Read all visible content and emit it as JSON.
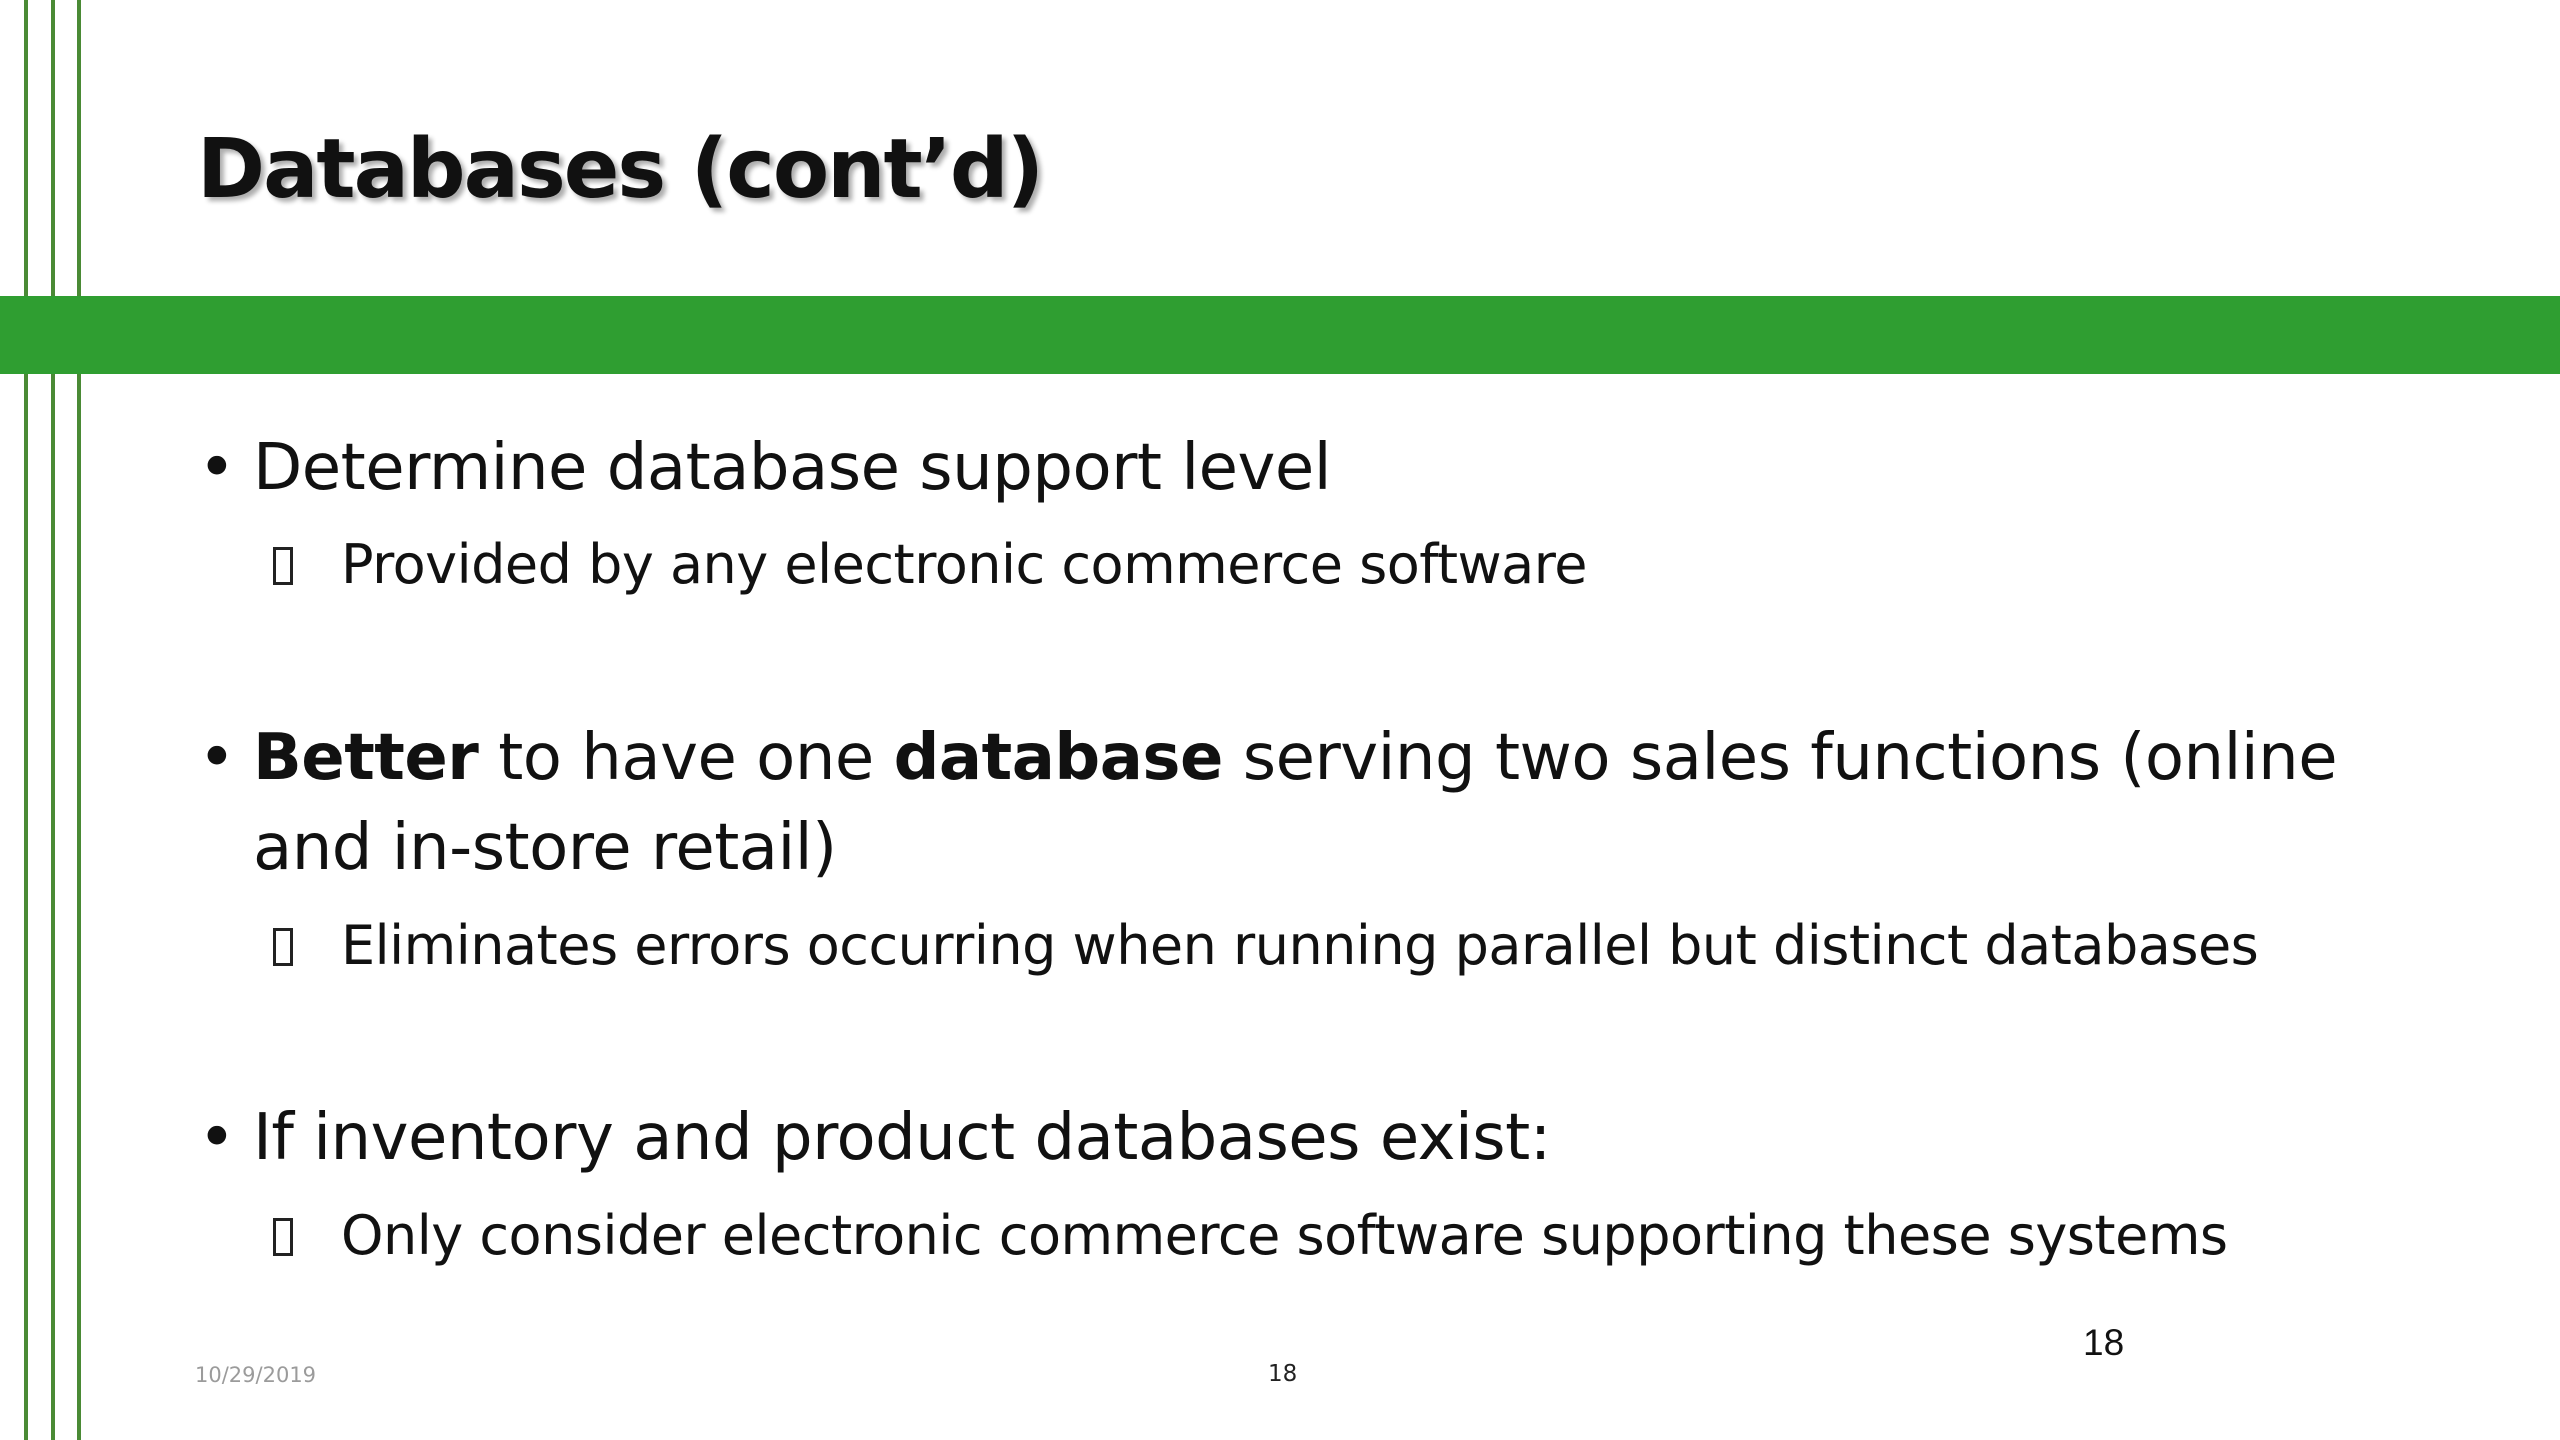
{
  "slide": {
    "title": "Databases (cont’d)",
    "bullets": [
      {
        "text": "Determine database support level",
        "sub": "Provided by any electronic commerce software"
      },
      {
        "parts": [
          {
            "text": "Better",
            "bold": true
          },
          {
            "text": " to have one ",
            "bold": false
          },
          {
            "text": "database",
            "bold": true
          },
          {
            "text": " serving two sales functions (online and in-store retail)",
            "bold": false
          }
        ],
        "sub": "Eliminates errors occurring when running parallel but distinct databases"
      },
      {
        "text": "If inventory and product databases exist:",
        "sub": "Only consider electronic commerce software supporting these systems"
      }
    ],
    "bullet_glyph": "•",
    "footer": {
      "date": "10/29/2019",
      "center_number": "18",
      "page_number": "18"
    }
  },
  "colors": {
    "accent_bar": "#2f9e31",
    "side_lines": "#4a8a35"
  }
}
